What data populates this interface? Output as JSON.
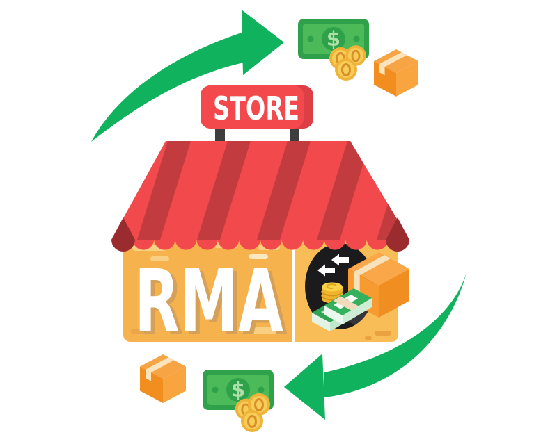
{
  "illustration": {
    "alt": "Store RMA return cycle illustration",
    "store": {
      "sign_label": "STORE",
      "wall_label": "RMA"
    },
    "cash": {
      "dollar_sign": "$"
    },
    "icons": {
      "cycle_out": "curved-arrow-right-icon",
      "cycle_back": "curved-arrow-left-icon",
      "banknote": "banknote-icon",
      "coins": "coins-icon",
      "parcel": "package-box-icon",
      "returns": "return-exchange-icon"
    },
    "palette": {
      "arrow_green": "#10B25E",
      "roof_red": "#F2494C",
      "roof_stripe_red": "#C23B3E",
      "roof_corner_maroon": "#9A2C2F",
      "sign_red": "#F4494C",
      "sign_red_shade": "#DC4046",
      "wall_gold": "#F6B24C",
      "wall_gold_light": "#F9BD58",
      "post_charcoal": "#3D3D3F",
      "icon_ink": "#1B1B1E",
      "bill_green": "#4CBA58",
      "bill_green_dark": "#2EA14A",
      "coin_gold": "#F2BC43",
      "parcel_orange": "#F6A444",
      "text_white": "#FFFFFF",
      "rma_shadow_tan": "#D5A05A"
    }
  }
}
